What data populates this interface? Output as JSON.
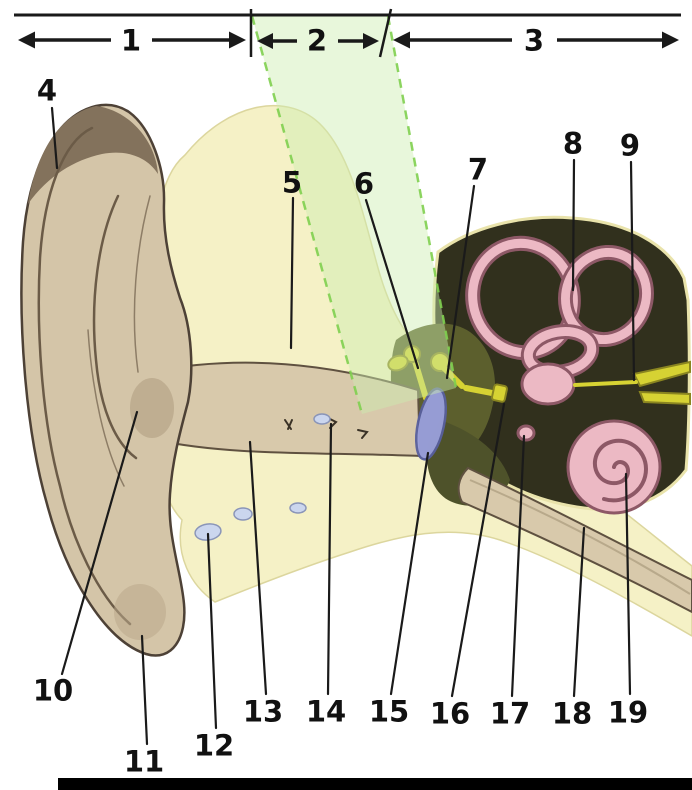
{
  "ruler": {
    "regions": [
      {
        "label": "1"
      },
      {
        "label": "2"
      },
      {
        "label": "3"
      }
    ]
  },
  "callouts": [
    {
      "number": "4"
    },
    {
      "number": "5"
    },
    {
      "number": "6"
    },
    {
      "number": "7"
    },
    {
      "number": "8"
    },
    {
      "number": "9"
    },
    {
      "number": "10"
    },
    {
      "number": "11"
    },
    {
      "number": "12"
    },
    {
      "number": "13"
    },
    {
      "number": "14"
    },
    {
      "number": "15"
    },
    {
      "number": "16"
    },
    {
      "number": "17"
    },
    {
      "number": "18"
    },
    {
      "number": "19"
    }
  ],
  "colors": {
    "outer_skin": "#d4c5a8",
    "bone": "#f5f1c6",
    "temporal_dark": "#31301d",
    "inner_pink": "#ecb9c4",
    "inner_pink_dark": "#8d5866",
    "eardrum": "#9aa0dd",
    "ossicle": "#d6d233",
    "band_green": "#cdeeb0",
    "band_edge": "#7fcf4f",
    "cartilage_blue": "#cbd6ee"
  }
}
